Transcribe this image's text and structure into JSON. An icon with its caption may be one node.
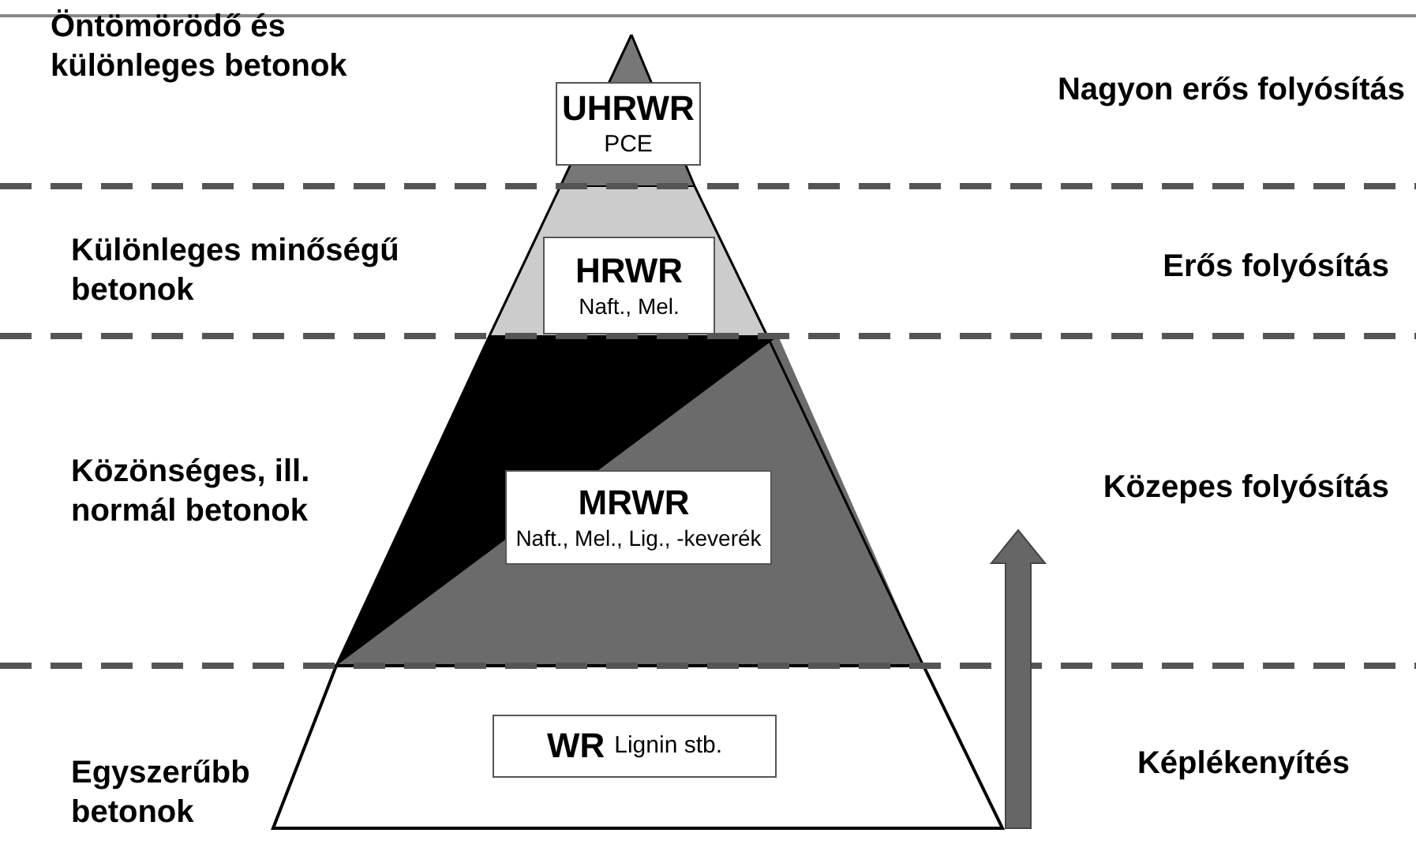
{
  "diagram": {
    "nodes": [
      {
        "text": [
          "UHRWR",
          "PCE"
        ]
      },
      {
        "text": [
          "HRWR",
          "Naft., Mel."
        ]
      },
      {
        "text": [
          "MRWR",
          "Naft., Mel., Lig., -keverék"
        ]
      },
      {
        "text": [
          "WR",
          "Lignin stb."
        ]
      }
    ],
    "edges": [],
    "labels": [
      "Öntömörödő és különleges betonok",
      "Nagyon erős folyósítás",
      "Különleges minőségű betonok",
      "Erős folyósítás",
      "Közönséges, ill. normál betonok",
      "Közepes folyósítás",
      "Egyszerűbb betonok",
      "Képlékenyítés"
    ]
  }
}
